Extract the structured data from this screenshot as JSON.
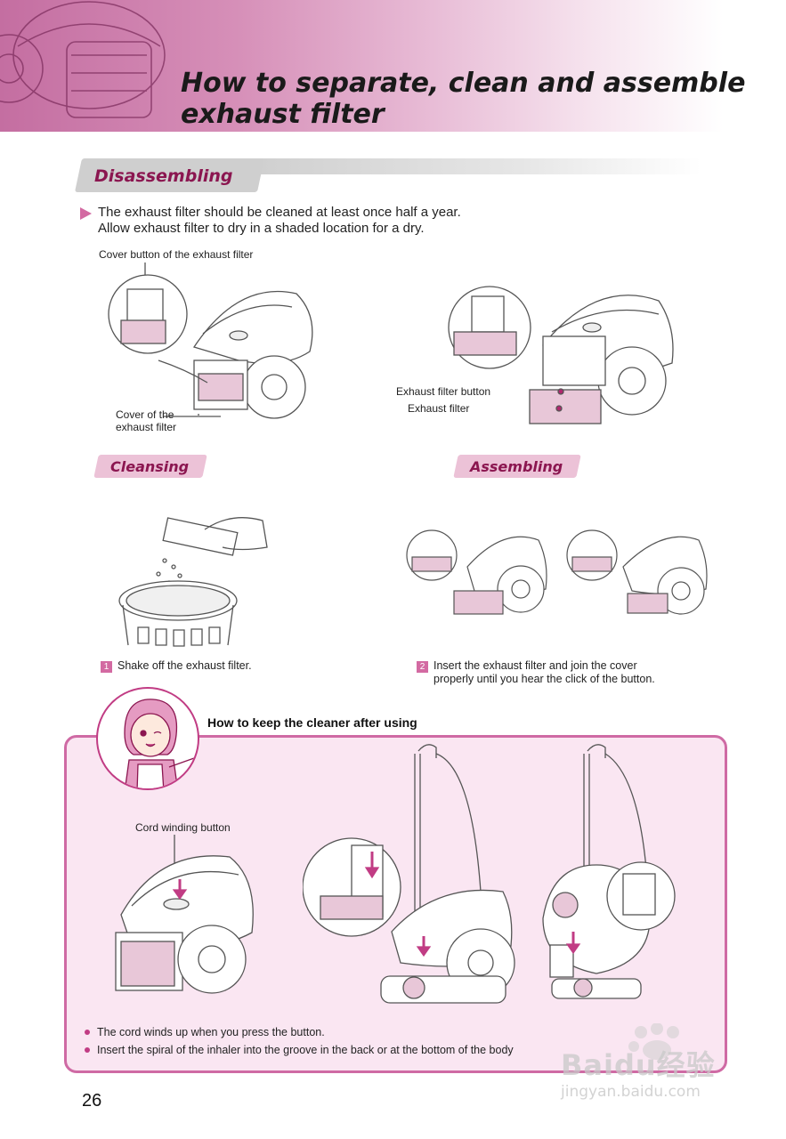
{
  "header": {
    "title_line1": "How to separate, clean and assemble",
    "title_line2": "exhaust filter"
  },
  "disassembling": {
    "heading": "Disassembling",
    "intro_line1": "The exhaust filter should be cleaned at least once half a year.",
    "intro_line2": "Allow exhaust filter to dry in a shaded location for a dry.",
    "callouts": {
      "cover_button": "Cover button of the exhaust filter",
      "cover_line1": "Cover of the",
      "cover_line2": "exhaust filter",
      "filter_button": "Exhaust filter button",
      "filter": "Exhaust filter"
    }
  },
  "cleansing": {
    "heading": "Cleansing",
    "step_number": "1",
    "step_text": "Shake off the exhaust filter."
  },
  "assembling": {
    "heading": "Assembling",
    "step_number": "2",
    "step_text_line1": "Insert the exhaust filter and join the cover",
    "step_text_line2": "properly until you hear the click of the button."
  },
  "keep": {
    "heading": "How to keep the cleaner after using",
    "cord_label": "Cord winding button",
    "notes": [
      "The cord winds up when you press the button.",
      "Insert the spiral of the inhaler into the groove in the back or at the bottom of the body"
    ]
  },
  "page_number": "26",
  "watermark": {
    "brand": "Baidu经验",
    "url": "jingyan.baidu.com"
  },
  "colors": {
    "accent": "#d36aa2",
    "heading_text": "#8b1650",
    "box_fill": "#fae6f2",
    "box_border": "#cf6aa4"
  }
}
